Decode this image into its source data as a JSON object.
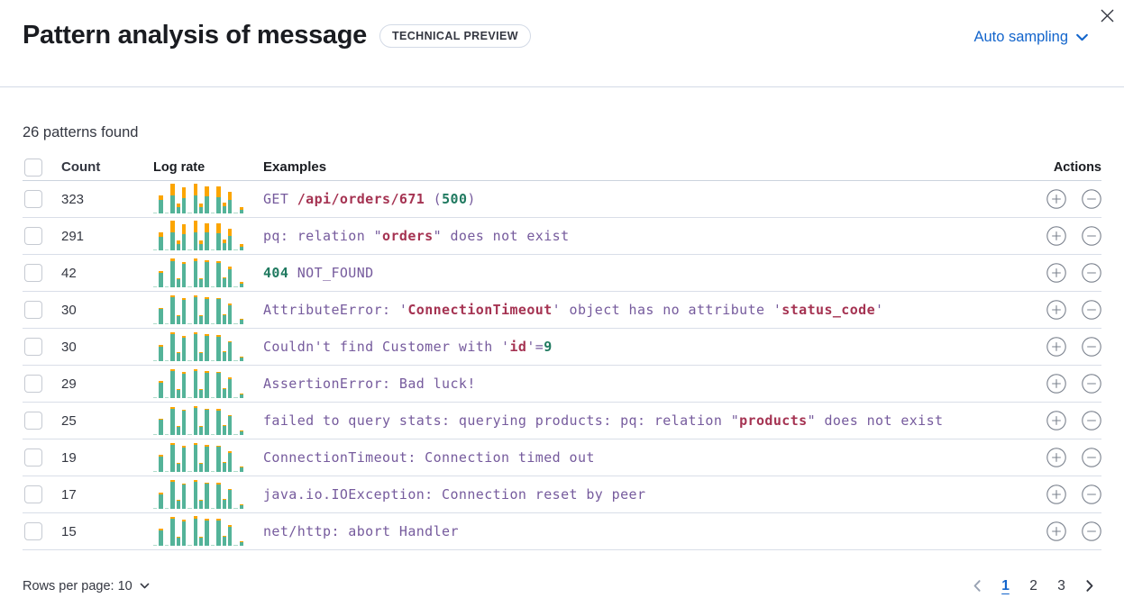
{
  "flyout": {
    "title": "Pattern analysis of message",
    "badge": "TECHNICAL PREVIEW",
    "sampling_label": "Auto sampling"
  },
  "summary": "26 patterns found",
  "colors": {
    "accent_blue": "#1365cc",
    "token_base_purple": "#765b9d",
    "token_variable_maroon": "#a53352",
    "token_number_green": "#207a60",
    "spark_green": "#54b399",
    "spark_orange": "#fba500"
  },
  "table": {
    "columns": {
      "count": "Count",
      "log_rate": "Log rate",
      "examples": "Examples",
      "actions": "Actions"
    },
    "rows": [
      {
        "count": "323",
        "example": [
          {
            "t": "GET ",
            "c": "base"
          },
          {
            "t": "/api/orders/671",
            "c": "var"
          },
          {
            "t": " (",
            "c": "base"
          },
          {
            "t": "500",
            "c": "num"
          },
          {
            "t": ")",
            "c": "base"
          }
        ],
        "bars": [
          [
            3,
            0
          ],
          [
            44,
            16
          ],
          [
            3,
            0
          ],
          [
            60,
            40
          ],
          [
            20,
            13
          ],
          [
            53,
            34
          ],
          [
            3,
            0
          ],
          [
            60,
            40
          ],
          [
            20,
            13
          ],
          [
            58,
            32
          ],
          [
            3,
            0
          ],
          [
            56,
            35
          ],
          [
            24,
            13
          ],
          [
            46,
            28
          ],
          [
            3,
            0
          ],
          [
            12,
            8
          ]
        ]
      },
      {
        "count": "291",
        "example": [
          {
            "t": "pq: relation \"",
            "c": "base"
          },
          {
            "t": "orders",
            "c": "var"
          },
          {
            "t": "\" does not exist",
            "c": "base"
          }
        ],
        "bars": [
          [
            3,
            0
          ],
          [
            46,
            15
          ],
          [
            3,
            0
          ],
          [
            62,
            38
          ],
          [
            21,
            12
          ],
          [
            55,
            32
          ],
          [
            3,
            0
          ],
          [
            62,
            38
          ],
          [
            21,
            12
          ],
          [
            60,
            30
          ],
          [
            3,
            0
          ],
          [
            58,
            33
          ],
          [
            25,
            12
          ],
          [
            48,
            26
          ],
          [
            3,
            0
          ],
          [
            13,
            7
          ]
        ]
      },
      {
        "count": "42",
        "example": [
          {
            "t": "404",
            "c": "num"
          },
          {
            "t": " NOT_FOUND",
            "c": "base"
          }
        ],
        "bars": [
          [
            3,
            0
          ],
          [
            50,
            6
          ],
          [
            3,
            0
          ],
          [
            88,
            10
          ],
          [
            26,
            5
          ],
          [
            80,
            6
          ],
          [
            3,
            0
          ],
          [
            88,
            8
          ],
          [
            26,
            5
          ],
          [
            84,
            6
          ],
          [
            3,
            0
          ],
          [
            82,
            6
          ],
          [
            29,
            5
          ],
          [
            62,
            8
          ],
          [
            3,
            0
          ],
          [
            12,
            6
          ]
        ]
      },
      {
        "count": "30",
        "example": [
          {
            "t": "AttributeError: '",
            "c": "base"
          },
          {
            "t": "ConnectionTimeout",
            "c": "var"
          },
          {
            "t": "' object has no attribute '",
            "c": "base"
          },
          {
            "t": "status_code",
            "c": "var"
          },
          {
            "t": "'",
            "c": "base"
          }
        ],
        "bars": [
          [
            3,
            0
          ],
          [
            52,
            4
          ],
          [
            3,
            0
          ],
          [
            92,
            5
          ],
          [
            27,
            4
          ],
          [
            82,
            5
          ],
          [
            3,
            0
          ],
          [
            92,
            5
          ],
          [
            27,
            4
          ],
          [
            86,
            4
          ],
          [
            3,
            0
          ],
          [
            84,
            5
          ],
          [
            30,
            4
          ],
          [
            64,
            5
          ],
          [
            3,
            0
          ],
          [
            14,
            3
          ]
        ]
      },
      {
        "count": "30",
        "example": [
          {
            "t": "Couldn't find Customer with '",
            "c": "base"
          },
          {
            "t": "id",
            "c": "var"
          },
          {
            "t": "'=",
            "c": "base"
          },
          {
            "t": "9",
            "c": "num"
          }
        ],
        "bars": [
          [
            3,
            0
          ],
          [
            50,
            6
          ],
          [
            3,
            0
          ],
          [
            90,
            8
          ],
          [
            26,
            4
          ],
          [
            80,
            5
          ],
          [
            3,
            0
          ],
          [
            90,
            6
          ],
          [
            27,
            4
          ],
          [
            85,
            5
          ],
          [
            3,
            0
          ],
          [
            83,
            5
          ],
          [
            30,
            4
          ],
          [
            63,
            5
          ],
          [
            3,
            0
          ],
          [
            13,
            3
          ]
        ]
      },
      {
        "count": "29",
        "example": [
          {
            "t": "AssertionError: Bad luck!",
            "c": "base"
          }
        ],
        "bars": [
          [
            3,
            0
          ],
          [
            52,
            5
          ],
          [
            3,
            0
          ],
          [
            90,
            6
          ],
          [
            27,
            4
          ],
          [
            82,
            6
          ],
          [
            3,
            0
          ],
          [
            91,
            7
          ],
          [
            26,
            4
          ],
          [
            85,
            5
          ],
          [
            3,
            0
          ],
          [
            84,
            5
          ],
          [
            29,
            4
          ],
          [
            64,
            5
          ],
          [
            3,
            0
          ],
          [
            13,
            3
          ]
        ]
      },
      {
        "count": "25",
        "example": [
          {
            "t": "failed to query stats: querying products: pq: relation \"",
            "c": "base"
          },
          {
            "t": "products",
            "c": "var"
          },
          {
            "t": "\" does not exist",
            "c": "base"
          }
        ],
        "bars": [
          [
            3,
            0
          ],
          [
            51,
            5
          ],
          [
            3,
            0
          ],
          [
            89,
            6
          ],
          [
            26,
            4
          ],
          [
            81,
            5
          ],
          [
            3,
            0
          ],
          [
            90,
            6
          ],
          [
            27,
            4
          ],
          [
            84,
            5
          ],
          [
            3,
            0
          ],
          [
            83,
            5
          ],
          [
            30,
            4
          ],
          [
            63,
            5
          ],
          [
            3,
            0
          ],
          [
            13,
            3
          ]
        ]
      },
      {
        "count": "19",
        "example": [
          {
            "t": "ConnectionTimeout: Connection timed out",
            "c": "base"
          }
        ],
        "bars": [
          [
            3,
            0
          ],
          [
            52,
            5
          ],
          [
            3,
            0
          ],
          [
            91,
            6
          ],
          [
            27,
            4
          ],
          [
            82,
            5
          ],
          [
            3,
            0
          ],
          [
            91,
            6
          ],
          [
            27,
            4
          ],
          [
            85,
            5
          ],
          [
            3,
            0
          ],
          [
            84,
            5
          ],
          [
            30,
            4
          ],
          [
            64,
            5
          ],
          [
            3,
            0
          ],
          [
            14,
            3
          ]
        ]
      },
      {
        "count": "17",
        "example": [
          {
            "t": "java.io.IOException: Connection reset by peer",
            "c": "base"
          }
        ],
        "bars": [
          [
            3,
            0
          ],
          [
            50,
            6
          ],
          [
            3,
            0
          ],
          [
            90,
            7
          ],
          [
            26,
            4
          ],
          [
            81,
            5
          ],
          [
            3,
            0
          ],
          [
            90,
            7
          ],
          [
            26,
            4
          ],
          [
            84,
            5
          ],
          [
            3,
            0
          ],
          [
            83,
            5
          ],
          [
            29,
            4
          ],
          [
            63,
            5
          ],
          [
            3,
            0
          ],
          [
            13,
            3
          ]
        ]
      },
      {
        "count": "15",
        "example": [
          {
            "t": "net/http: abort Handler",
            "c": "base"
          }
        ],
        "bars": [
          [
            3,
            0
          ],
          [
            51,
            7
          ],
          [
            3,
            0
          ],
          [
            90,
            8
          ],
          [
            27,
            4
          ],
          [
            82,
            6
          ],
          [
            3,
            0
          ],
          [
            91,
            8
          ],
          [
            27,
            4
          ],
          [
            85,
            6
          ],
          [
            3,
            0
          ],
          [
            84,
            6
          ],
          [
            30,
            4
          ],
          [
            64,
            6
          ],
          [
            3,
            0
          ],
          [
            13,
            3
          ]
        ]
      }
    ]
  },
  "pagination": {
    "rows_per_page_label": "Rows per page: 10",
    "pages": [
      "1",
      "2",
      "3"
    ],
    "active_page": "1"
  }
}
